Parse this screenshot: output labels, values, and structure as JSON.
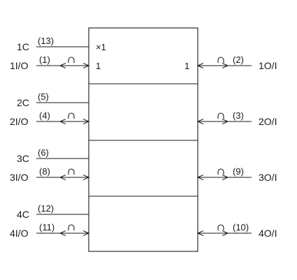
{
  "block_symbol": "×1",
  "left_channel_number": "1",
  "right_channel_number": "1",
  "channels": [
    {
      "control": {
        "name": "1C",
        "pin": "(13)"
      },
      "io": {
        "name": "1I/O",
        "pin": "(1)"
      },
      "out": {
        "name": "1O/I",
        "pin": "(2)"
      }
    },
    {
      "control": {
        "name": "2C",
        "pin": "(5)"
      },
      "io": {
        "name": "2I/O",
        "pin": "(4)"
      },
      "out": {
        "name": "2O/I",
        "pin": "(3)"
      }
    },
    {
      "control": {
        "name": "3C",
        "pin": "(6)"
      },
      "io": {
        "name": "3I/O",
        "pin": "(8)"
      },
      "out": {
        "name": "3O/I",
        "pin": "(9)"
      }
    },
    {
      "control": {
        "name": "4C",
        "pin": "(12)"
      },
      "io": {
        "name": "4I/O",
        "pin": "(11)"
      },
      "out": {
        "name": "4O/I",
        "pin": "(10)"
      }
    }
  ]
}
